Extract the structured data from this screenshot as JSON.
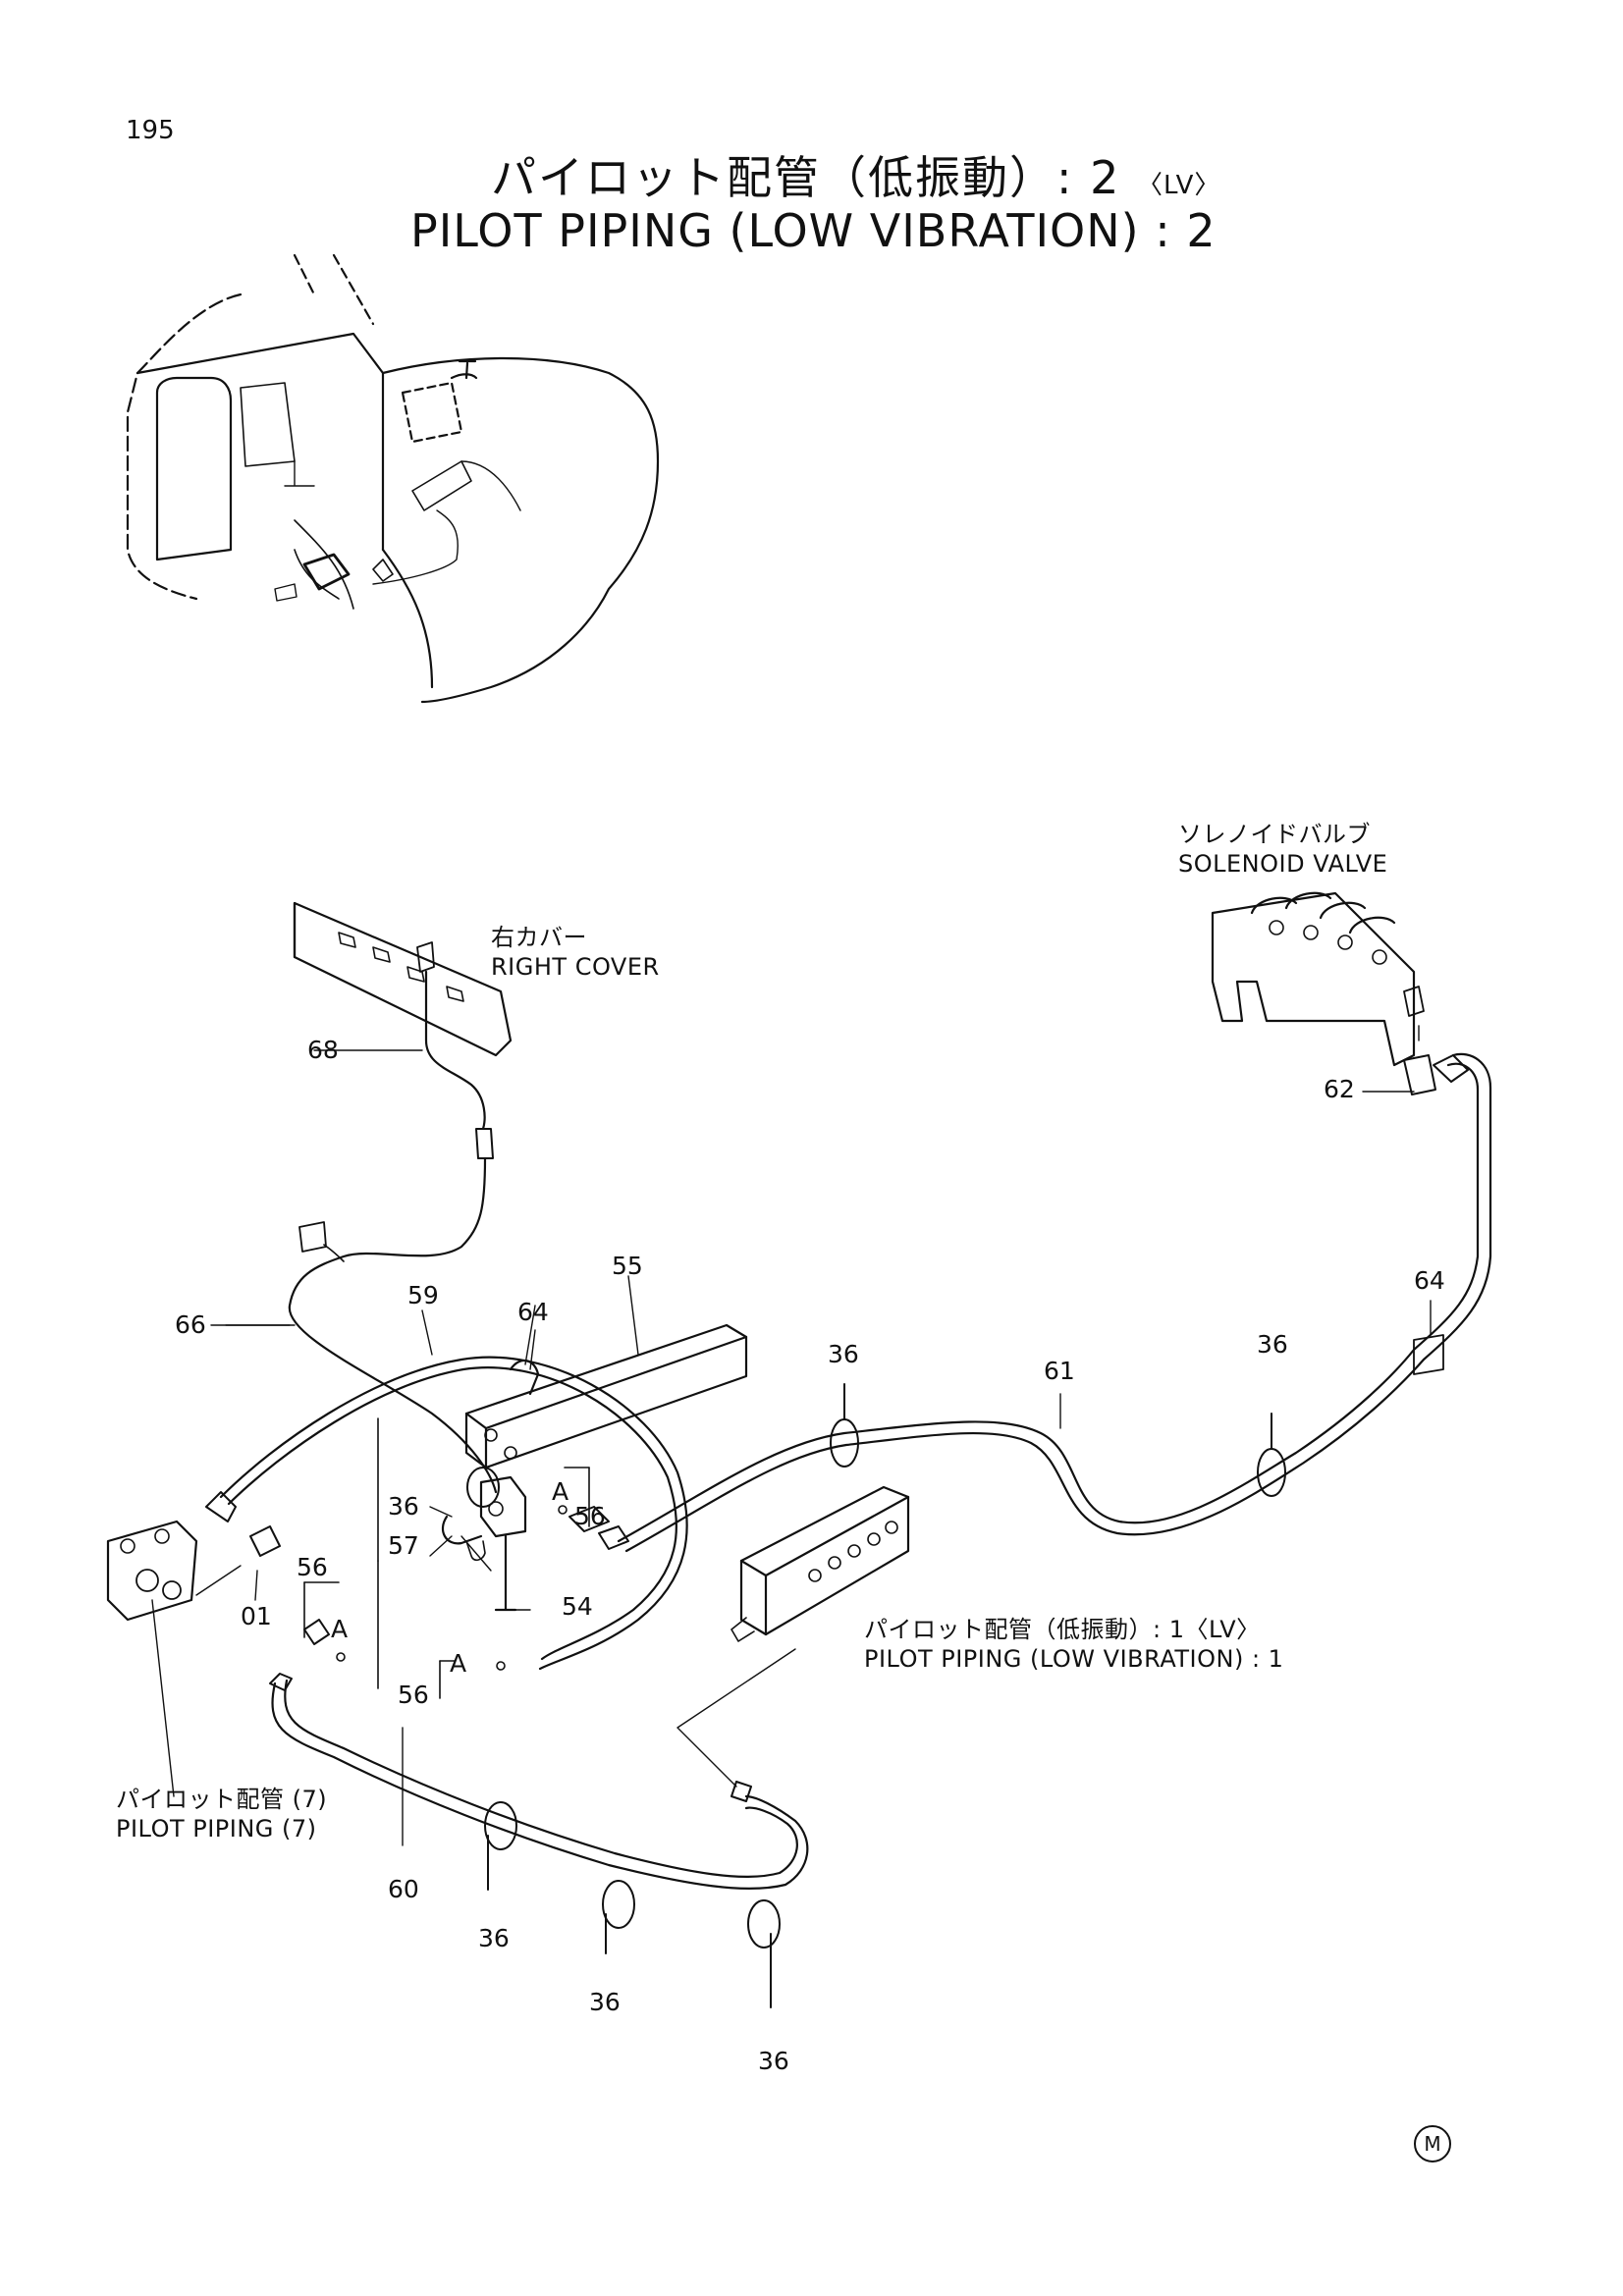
{
  "page": {
    "number": "195"
  },
  "title": {
    "jp": "パイロット配管（低振動）: 2",
    "jp_suffix": "〈LV〉",
    "en": "PILOT PIPING (LOW VIBRATION) : 2"
  },
  "callouts": {
    "solenoid_valve": {
      "jp": "ソレノイドバルブ",
      "en": "SOLENOID VALVE"
    },
    "right_cover": {
      "jp": "右カバー",
      "en": "RIGHT COVER"
    },
    "pilot_piping_lv1": {
      "jp": "パイロット配管（低振動）: 1〈LV〉",
      "en": "PILOT PIPING (LOW VIBRATION) : 1"
    },
    "pilot_piping_7": {
      "jp": "パイロット配管 (7)",
      "en": "PILOT PIPING (7)"
    }
  },
  "part_numbers": {
    "p68": "68",
    "p66": "66",
    "p59": "59",
    "p64a": "64",
    "p55": "55",
    "p36a": "36",
    "p61": "61",
    "p36b": "36",
    "p64b": "64",
    "p62": "62",
    "p36c": "36",
    "p57": "57",
    "p56a": "56",
    "p56b": "56",
    "p56c": "56",
    "p01": "01",
    "p54": "54",
    "p60": "60",
    "p36d": "36",
    "p36e": "36",
    "p36f": "36"
  },
  "section_marks": {
    "a1": "A",
    "a2": "A",
    "a3": "A"
  },
  "footer": {
    "mark": "M"
  }
}
